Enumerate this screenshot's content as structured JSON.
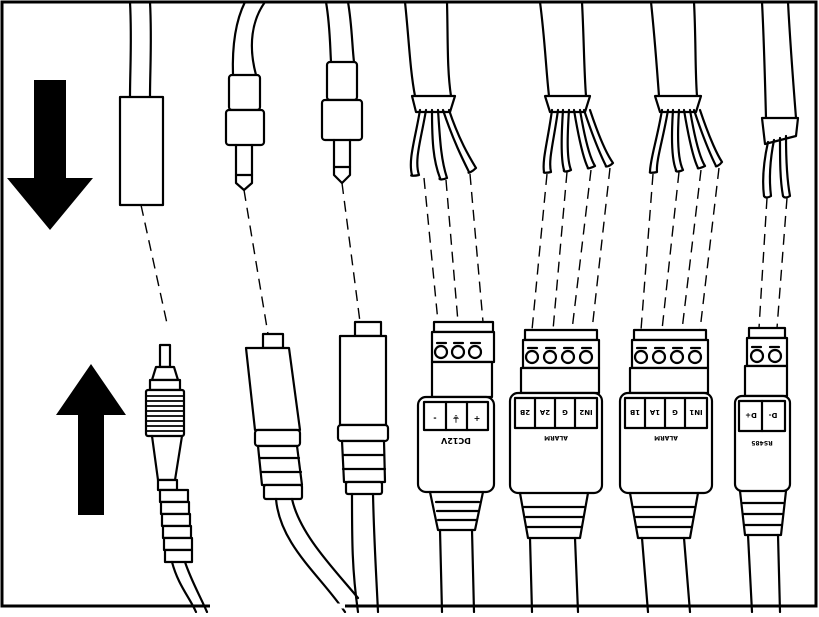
{
  "diagram": {
    "arrows": {
      "left_top": "arrow-down",
      "left_bottom": "arrow-up"
    },
    "connectors": [
      {
        "id": "fiber",
        "kind": "fiber-optic"
      },
      {
        "id": "rca1",
        "kind": "rca"
      },
      {
        "id": "rca2",
        "kind": "rca"
      },
      {
        "id": "power",
        "kind": "terminal-block",
        "pins": [
          "-",
          "⏚",
          "+"
        ],
        "label": "DC12V"
      },
      {
        "id": "alarm1",
        "kind": "terminal-block",
        "pins": [
          "2B",
          "2A",
          "G",
          "IN2"
        ],
        "label": "ALARM"
      },
      {
        "id": "alarm2",
        "kind": "terminal-block",
        "pins": [
          "1B",
          "1A",
          "G",
          "IN1"
        ],
        "label": "ALARM"
      },
      {
        "id": "rs485",
        "kind": "terminal-block",
        "pins": [
          "D-",
          "D+"
        ],
        "label": "RS485"
      }
    ]
  }
}
